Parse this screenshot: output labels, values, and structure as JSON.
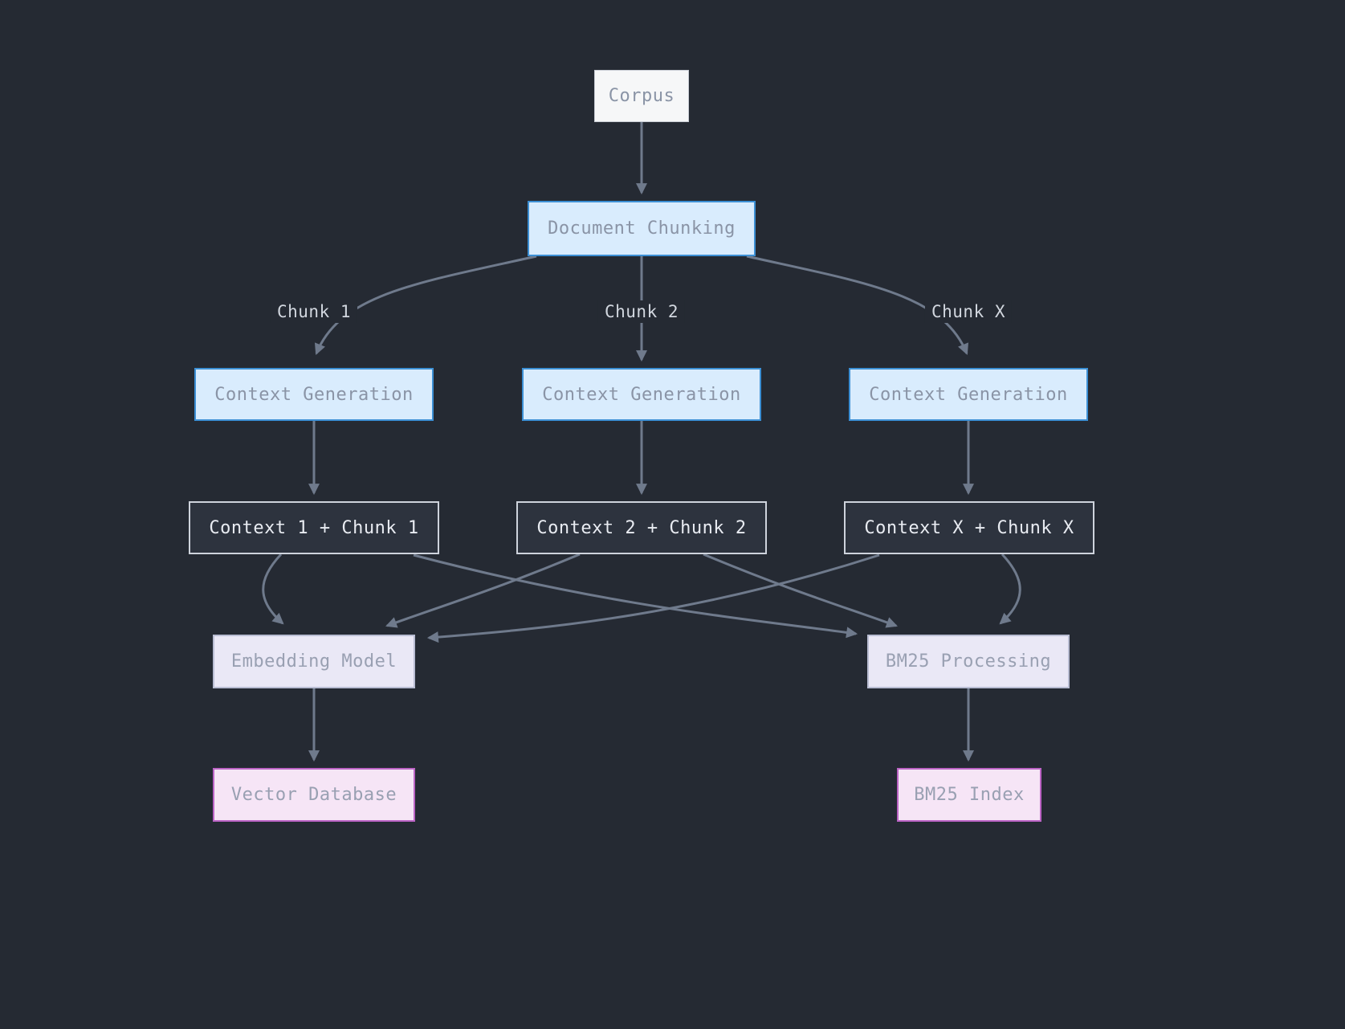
{
  "nodes": {
    "corpus": "Corpus",
    "document_chunking": "Document Chunking",
    "context_generation_1": "Context Generation",
    "context_generation_2": "Context Generation",
    "context_generation_x": "Context Generation",
    "context_chunk_1": "Context 1 + Chunk 1",
    "context_chunk_2": "Context 2 + Chunk 2",
    "context_chunk_x": "Context X + Chunk X",
    "embedding_model": "Embedding Model",
    "bm25_processing": "BM25 Processing",
    "vector_database": "Vector Database",
    "bm25_index": "BM25 Index"
  },
  "edge_labels": {
    "chunk_1": "Chunk 1",
    "chunk_2": "Chunk 2",
    "chunk_x": "Chunk X"
  },
  "colors": {
    "background": "#252a33",
    "edge": "#6f7a8c",
    "node_white_fill": "#f6f7f8",
    "node_blue_fill": "#d9ecfd",
    "node_blue_border": "#3c8fd4",
    "node_dark_fill": "#2d333e",
    "node_dark_border": "#ced3dc",
    "node_lavender_fill": "#eae8f6",
    "node_lavender_border": "#b9bdd3",
    "node_pink_fill": "#f6e5f6",
    "node_pink_border": "#bb63c5",
    "edge_label_text": "#d2d7df"
  }
}
